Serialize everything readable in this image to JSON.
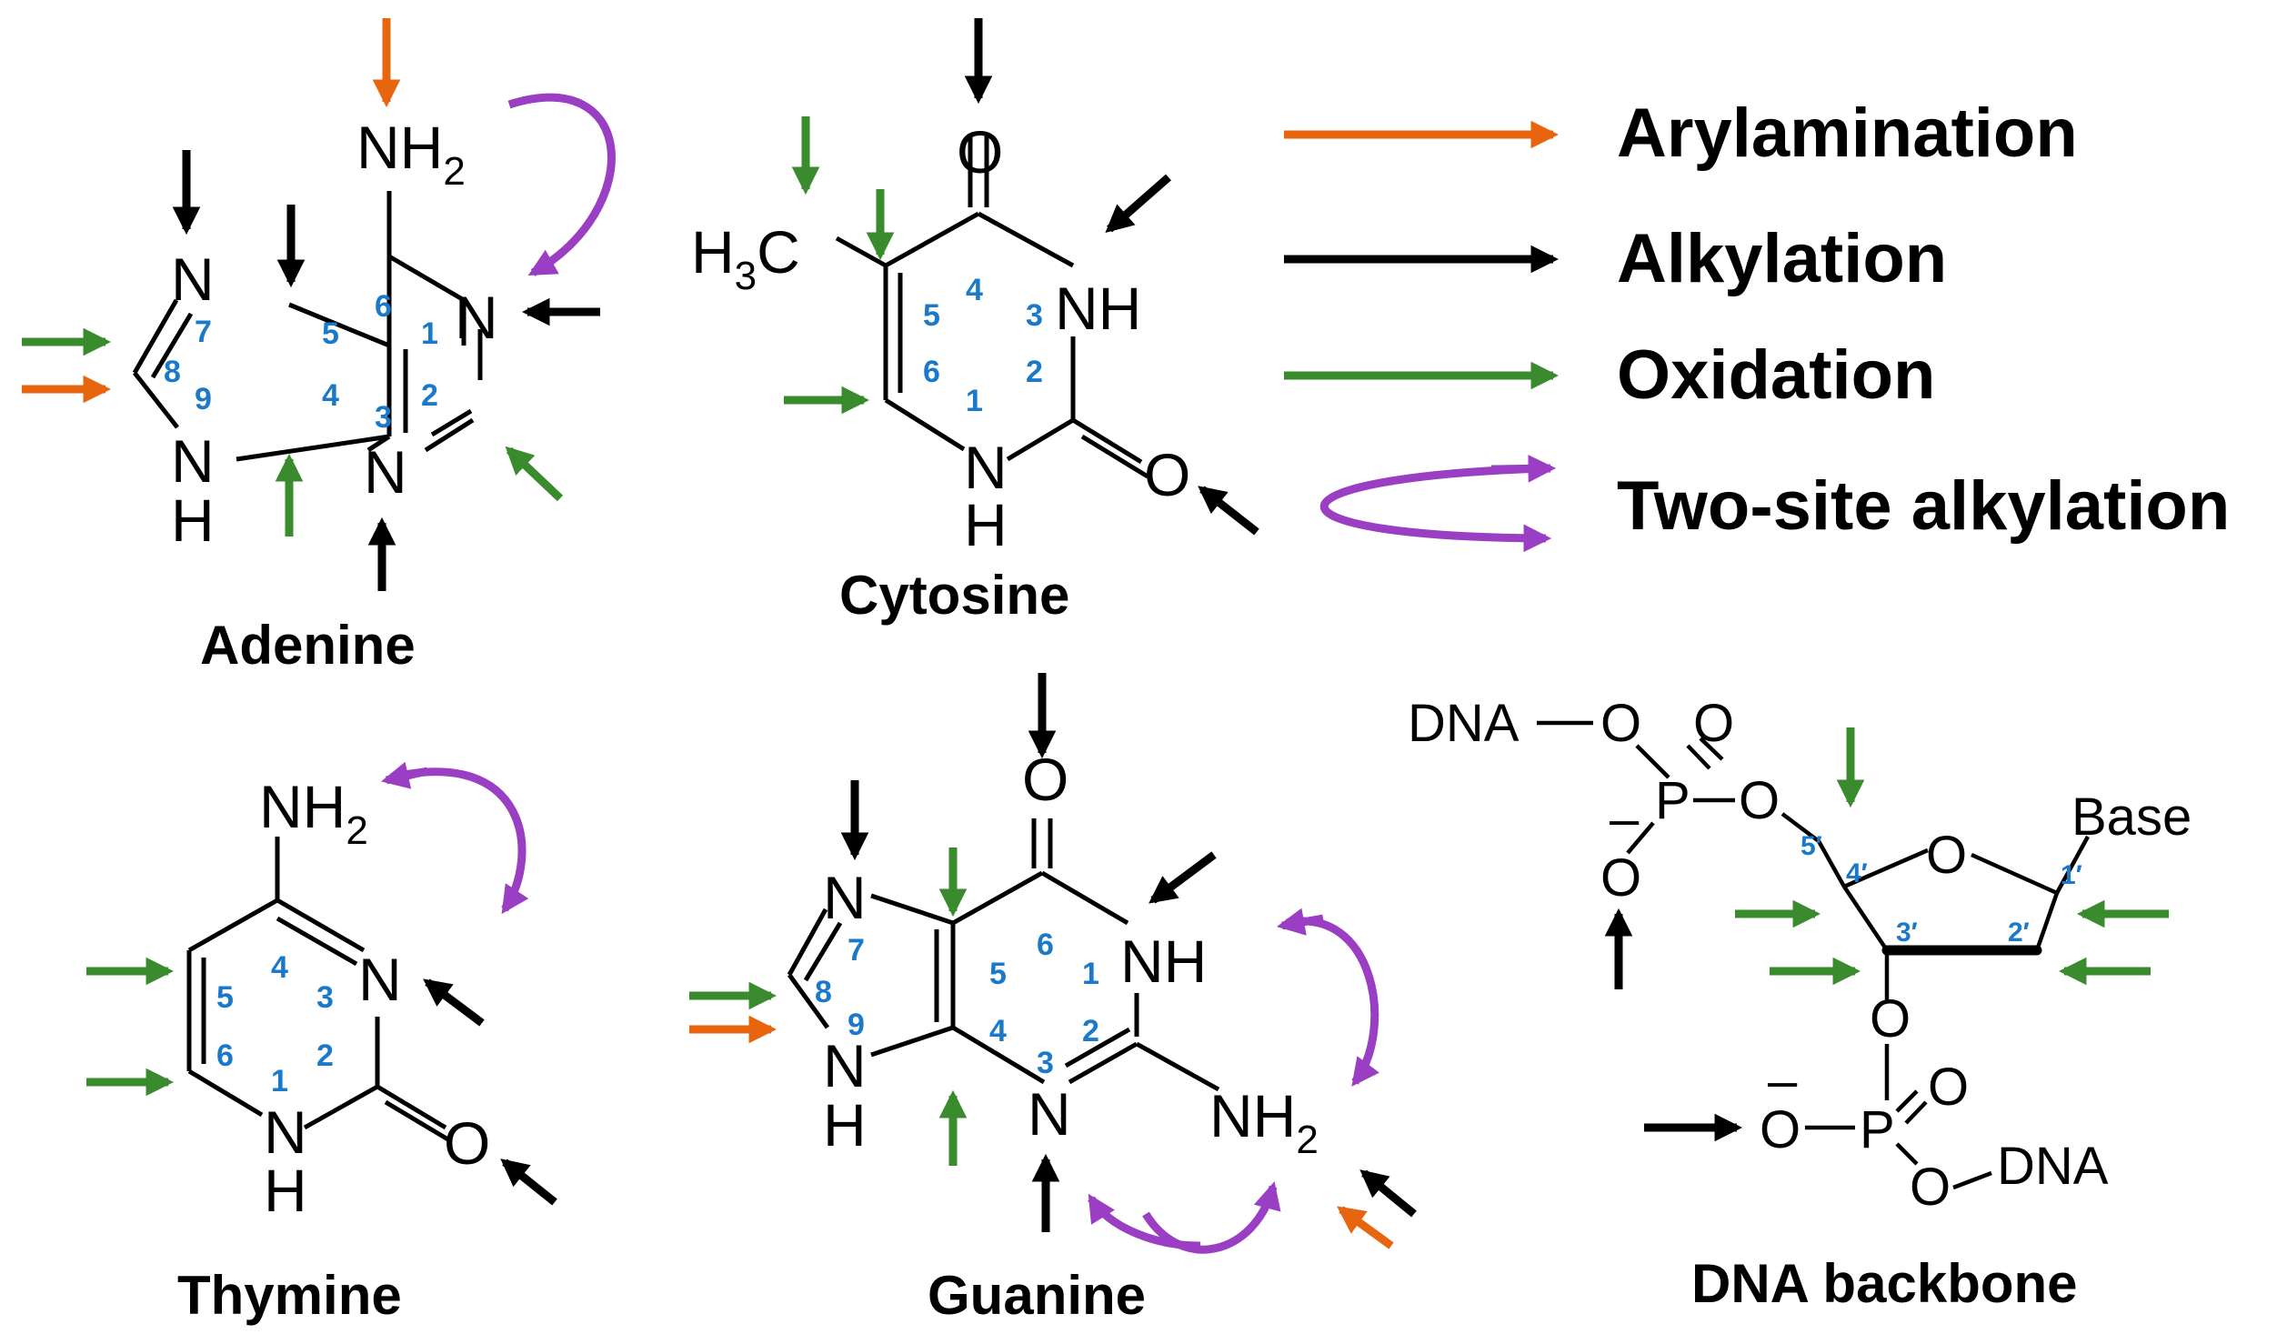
{
  "colors": {
    "arylamination": "#e8650f",
    "alkylation": "#000000",
    "oxidation": "#3a8a2e",
    "two_site": "#9a3fc4",
    "ring_numbers": "#1a7ac9"
  },
  "legend": {
    "arylamination": "Arylamination",
    "alkylation": "Alkylation",
    "oxidation": "Oxidation",
    "two_site": "Two-site alkylation"
  },
  "molecules": {
    "adenine": {
      "name": "Adenine",
      "nh2_n": "NH",
      "nh2_sub": "2",
      "n": "N",
      "h": "H",
      "numbers": [
        "1",
        "2",
        "3",
        "4",
        "5",
        "6",
        "7",
        "8",
        "9"
      ]
    },
    "cytosine": {
      "name": "Cytosine",
      "o": "O",
      "nh": "NH",
      "n": "N",
      "h": "H",
      "h3c_h": "H",
      "h3c_sub": "3",
      "h3c_c": "C",
      "numbers": [
        "1",
        "2",
        "3",
        "4",
        "5",
        "6"
      ]
    },
    "thymine": {
      "name": "Thymine",
      "nh2_n": "NH",
      "nh2_sub": "2",
      "n": "N",
      "h": "H",
      "o": "O",
      "numbers": [
        "1",
        "2",
        "3",
        "4",
        "5",
        "6"
      ]
    },
    "guanine": {
      "name": "Guanine",
      "o": "O",
      "nh": "NH",
      "n": "N",
      "h": "H",
      "nh2_n": "NH",
      "nh2_sub": "2",
      "numbers": [
        "1",
        "2",
        "3",
        "4",
        "5",
        "6",
        "7",
        "8",
        "9"
      ]
    },
    "backbone": {
      "name": "DNA backbone",
      "dna": "DNA",
      "o": "O",
      "p": "P",
      "minus": "–",
      "base": "Base",
      "numbers": [
        "1′",
        "2′",
        "3′",
        "4′",
        "5′"
      ]
    }
  }
}
